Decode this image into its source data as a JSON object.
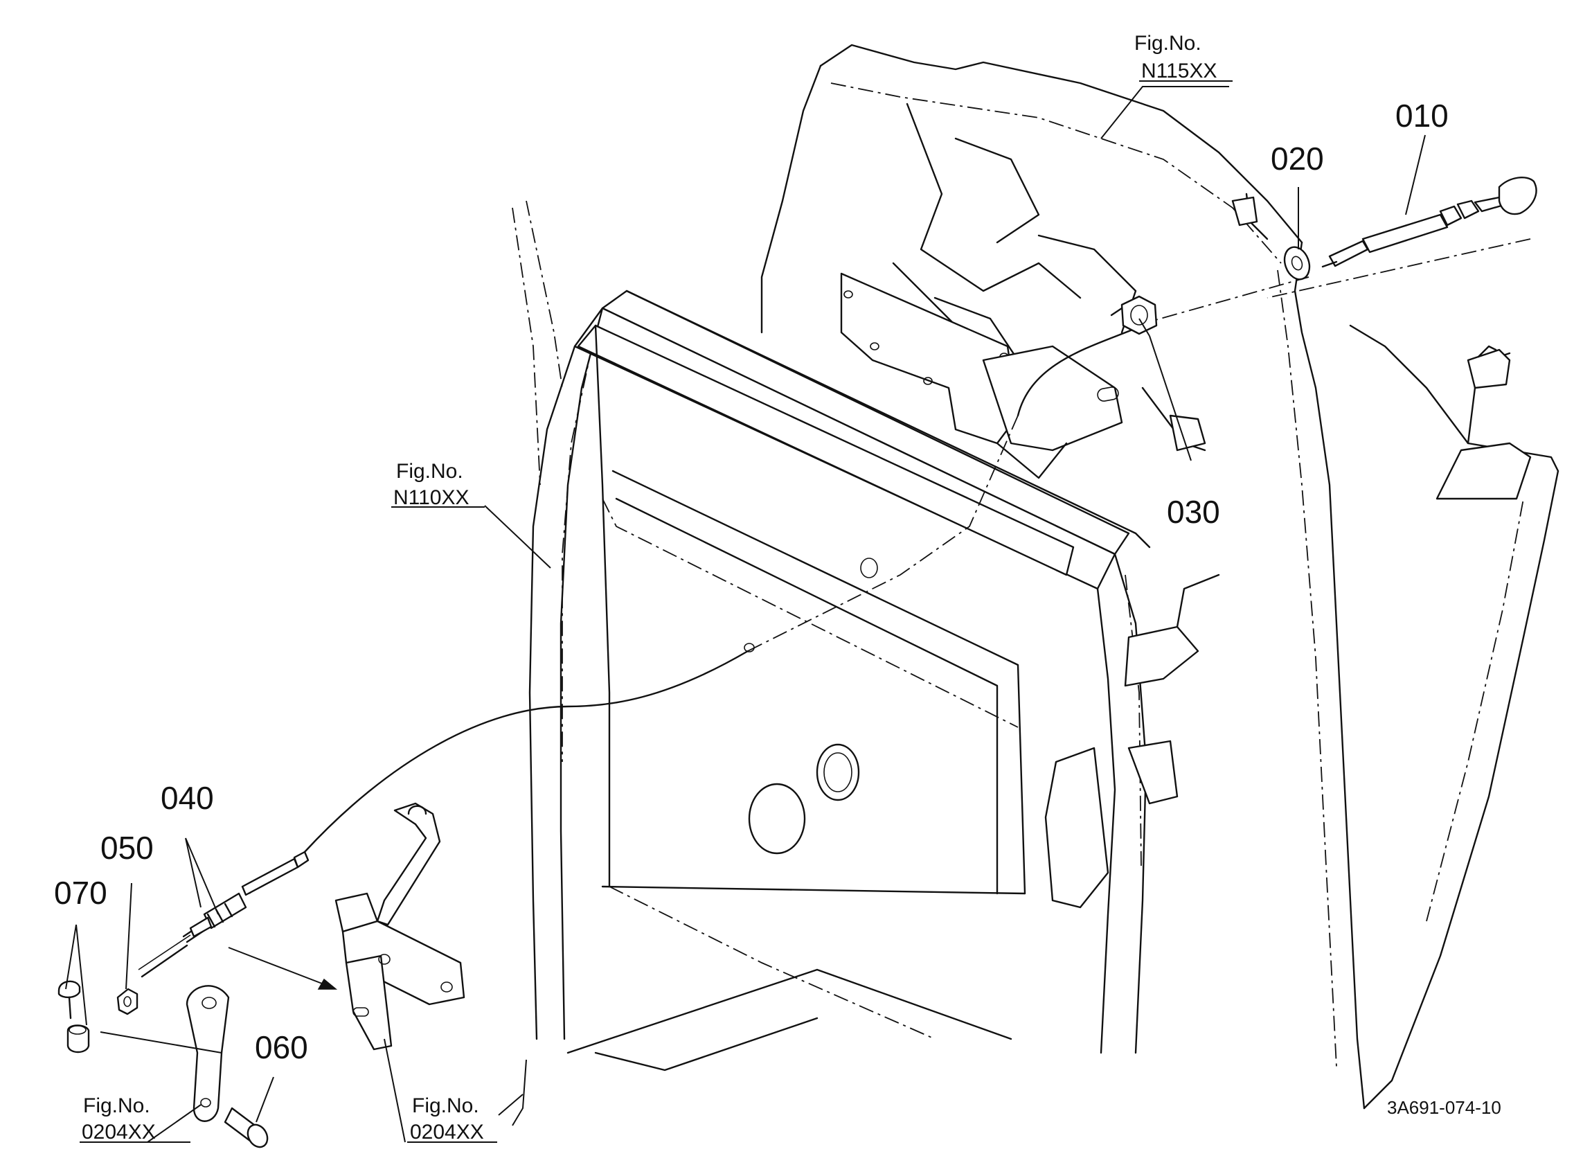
{
  "parts": [
    {
      "id": "p010",
      "number": "010"
    },
    {
      "id": "p020",
      "number": "020"
    },
    {
      "id": "p030",
      "number": "030"
    },
    {
      "id": "p040",
      "number": "040"
    },
    {
      "id": "p050",
      "number": "050"
    },
    {
      "id": "p060",
      "number": "060"
    },
    {
      "id": "p070",
      "number": "070"
    }
  ],
  "figure_refs": [
    {
      "label": "Fig.No.",
      "number": "N115XX"
    },
    {
      "label": "Fig.No.",
      "number": "N110XX"
    },
    {
      "label": "Fig.No.",
      "number": "0204XX"
    },
    {
      "label": "Fig.No.",
      "number": "0204XX"
    }
  ],
  "drawing_id": "3A691-074-10"
}
